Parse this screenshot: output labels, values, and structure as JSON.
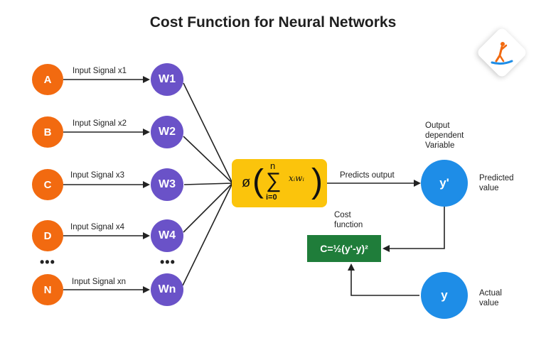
{
  "title": "Cost Function for Neural Networks",
  "inputs": [
    {
      "node": "A",
      "signal": "Input Signal x1",
      "weight": "W1"
    },
    {
      "node": "B",
      "signal": "Input Signal x2",
      "weight": "W2"
    },
    {
      "node": "C",
      "signal": "Input Signal x3",
      "weight": "W3"
    },
    {
      "node": "D",
      "signal": "Input Signal x4",
      "weight": "W4"
    },
    {
      "node": "N",
      "signal": "Input Signal xn",
      "weight": "Wn"
    }
  ],
  "ellipsis": "•••",
  "summation": {
    "phi": "ø",
    "sigma": "∑",
    "upper": "n",
    "lower": "i=0",
    "term": "xᵢwᵢ"
  },
  "predicts_label": "Predicts output",
  "output_label_line1": "Output",
  "output_label_line2": "dependent",
  "output_label_line3": "Variable",
  "predicted": {
    "node": "y'",
    "label_line1": "Predicted",
    "label_line2": "value"
  },
  "actual": {
    "node": "y",
    "label_line1": "Actual",
    "label_line2": "value"
  },
  "cost": {
    "label_line1": "Cost",
    "label_line2": "function",
    "formula": "C=½(y'-y)²"
  },
  "colors": {
    "input_node": "#f26a10",
    "weight_node": "#6a52c8",
    "summation_box": "#fbc40c",
    "output_node": "#1e8de7",
    "cost_box": "#1f7d3a"
  }
}
